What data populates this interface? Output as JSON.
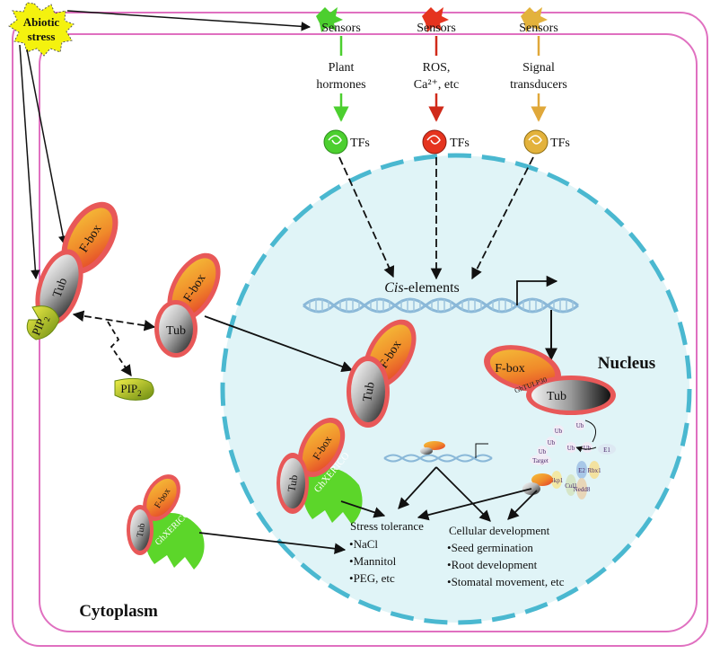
{
  "stress": {
    "label_line1": "Abiotic",
    "label_line2": "stress"
  },
  "sensors": [
    {
      "label": "Sensors",
      "signal_line1": "Plant",
      "signal_line2": "hormones",
      "tf_label": "TFs",
      "color": "#4ccf2f"
    },
    {
      "label": "Sensors",
      "signal_line1": "ROS,",
      "signal_line2": "Ca²⁺, etc",
      "tf_label": "TFs",
      "color": "#e5341f"
    },
    {
      "label": "Sensors",
      "signal_line1": "Signal",
      "signal_line2": "transducers",
      "tf_label": "TFs",
      "color": "#e3b23c"
    }
  ],
  "dna": {
    "cis_prefix": "Cis",
    "cis_suffix": "-elements"
  },
  "nucleus_label": "Nucleus",
  "cytoplasm_label": "Cytoplasm",
  "proteins": {
    "fbox": "F-box",
    "tub": "Tub",
    "pip2": "PIP",
    "pip2_sub": "2",
    "xerico": "GhXERICO",
    "tulp": "GhTULP30"
  },
  "ubiquitin": {
    "ub": "Ub",
    "e1": "E1",
    "e2": "E2",
    "rbx1": "Rbx1",
    "cul1": "Cul1",
    "nedd8": "Nedd8",
    "skp1": "Skp1",
    "target": "Target"
  },
  "stress_tolerance": {
    "title": "Stress tolerance",
    "items": [
      "NaCl",
      "Mannitol",
      "PEG, etc"
    ]
  },
  "cellular_development": {
    "title": "Cellular development",
    "items": [
      "Seed germination",
      "Root development",
      "Stomatal movement, etc"
    ]
  },
  "colors": {
    "membrane": "#e070c0",
    "nucleus_fill": "#dff3f6",
    "nucleus_border": "#4ab8d0",
    "fbox_red": "#e53a3a",
    "fbox_orange": "#f2a23a",
    "xerico_green": "#5cd62a",
    "pip_yellow": "#c8d62a",
    "dna_blue": "#8ab8d8"
  }
}
